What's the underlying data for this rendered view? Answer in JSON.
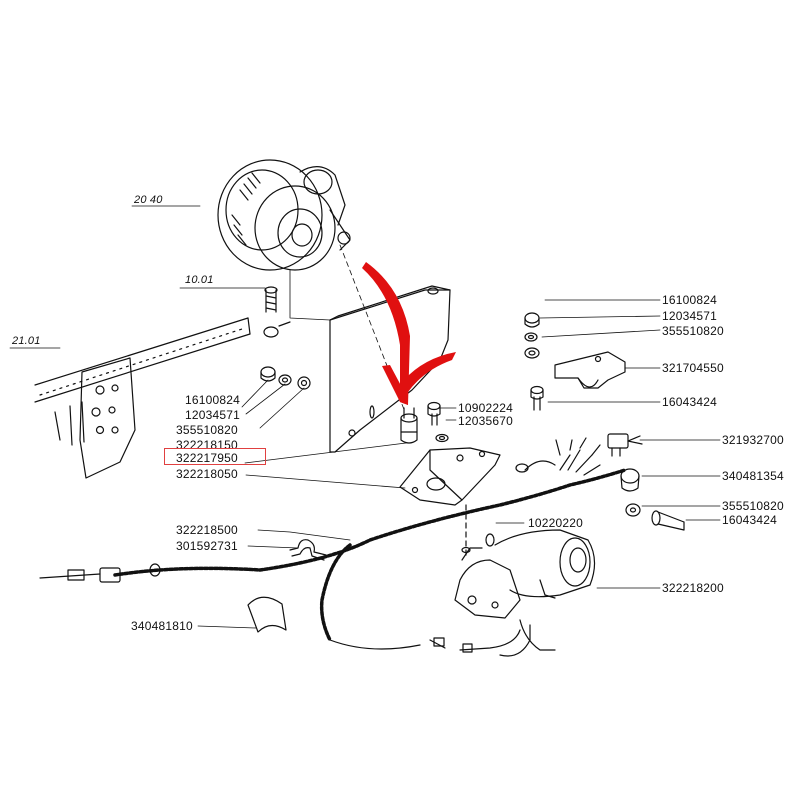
{
  "colors": {
    "ink": "#111111",
    "highlight_box": "#e04040",
    "arrow": "#e01010",
    "background": "#ffffff"
  },
  "section_refs": {
    "s2040": "20 40",
    "s1001": "10.01",
    "s2101": "21.01"
  },
  "part_numbers": {
    "p16100824_a": "16100824",
    "p12034571_a": "12034571",
    "p355510820_a": "355510820",
    "p322218150": "322218150",
    "p322217950": "322217950",
    "p322218050": "322218050",
    "p10902224": "10902224",
    "p12035670": "12035670",
    "p16100824_b": "16100824",
    "p12034571_b": "12034571",
    "p355510820_b": "355510820",
    "p321704550": "321704550",
    "p16043424_a": "16043424",
    "p321932700": "321932700",
    "p340481354": "340481354",
    "p355510820_c": "355510820",
    "p16043424_b": "16043424",
    "p10220220": "10220220",
    "p322218500": "322218500",
    "p301592731": "301592731",
    "p322218200": "322218200",
    "p340481810": "340481810"
  },
  "highlighted_part": "322217950",
  "icons": {
    "annotation": "red-check-arrow-icon",
    "pump": "pump-icon",
    "motor": "motor-icon"
  }
}
